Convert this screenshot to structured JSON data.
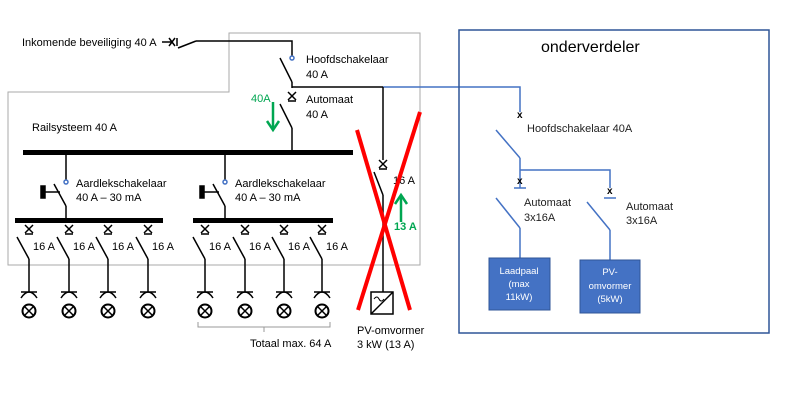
{
  "main_board": {
    "incoming": "Inkomende beveiliging 40 A",
    "main_switch": {
      "line1": "Hoofdschakelaar",
      "line2": "40 A"
    },
    "breaker": {
      "line1": "Automaat",
      "line2": "40 A"
    },
    "flow_down": "40A",
    "rail": "Railsysteem 40 A",
    "rcd_groups": [
      {
        "line1": "Aardlekschakelaar",
        "line2": "40 A – 30 mA",
        "circuits": [
          "16 A",
          "16 A",
          "16 A",
          "16 A"
        ]
      },
      {
        "line1": "Aardlekschakelaar",
        "line2": "40 A – 30 mA",
        "circuits": [
          "16 A",
          "16 A",
          "16 A",
          "16 A"
        ]
      }
    ],
    "total_note": "Totaal max. 64 A",
    "pv_breaker": "16 A",
    "flow_up": "13 A",
    "pv_inverter": {
      "line1": "PV-omvormer",
      "line2": "3 kW (13 A)"
    }
  },
  "sub_board": {
    "title": "onderverdeler",
    "main_switch": "Hoofdschakelaar 40A",
    "breakers": [
      {
        "line1": "Automaat",
        "line2": "3x16A"
      },
      {
        "line1": "Automaat",
        "line2": "3x16A"
      }
    ],
    "loads": [
      {
        "lines": [
          "Laadpaal",
          "(max",
          "11kW)"
        ]
      },
      {
        "lines": [
          "PV-",
          "omvormer",
          "(5kW)"
        ]
      }
    ]
  },
  "colors": {
    "wire": "#000000",
    "sub_wire": "#4472c4",
    "box_fill": "#4472c4",
    "cross": "#ff0000",
    "flow": "#00a651"
  }
}
